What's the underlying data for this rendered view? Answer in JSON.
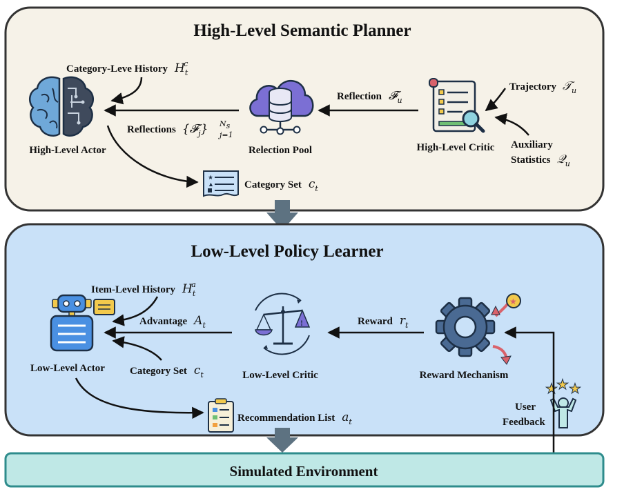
{
  "colors": {
    "planner_bg": "#f6f2e8",
    "learner_bg": "#c9e1f8",
    "environment_bg": "#bfe8e6",
    "border": "#333333",
    "env_border": "#2e8c8c",
    "flow_arrow": "#5d7281"
  },
  "planner": {
    "title": "High-Level Semantic Planner",
    "history_label": "Category-Leve History",
    "history_symbol": "H",
    "history_sub": "t",
    "history_sup": "c",
    "reflections_label": "Reflections",
    "reflections_math": "{𝓕",
    "reflections_math_sub": "j",
    "reflections_math_close": "}",
    "reflections_range_top": "N",
    "reflections_range_top_sub": "s",
    "reflections_range_bottom": "j=1",
    "actor_label": "High-Level Actor",
    "pool_label": "Relection Pool",
    "reflection_label": "Reflection",
    "reflection_symbol": "𝓕",
    "reflection_sub": "u",
    "critic_label": "High-Level Critic",
    "trajectory_label": "Trajectory",
    "trajectory_symbol": "𝒯",
    "trajectory_sub": "u",
    "aux_label_1": "Auxiliary",
    "aux_label_2": "Statistics",
    "aux_symbol": "𝒬",
    "aux_sub": "u",
    "category_set_label": "Category Set",
    "category_set_symbol": "c",
    "category_set_sub": "t"
  },
  "learner": {
    "title": "Low-Level Policy Learner",
    "history_label": "Item-Level History",
    "history_symbol": "H",
    "history_sub": "t",
    "history_sup": "a",
    "advantage_label": "Advantage",
    "advantage_symbol": "A",
    "advantage_sub": "t",
    "category_set_label": "Category Set",
    "category_set_symbol": "c",
    "category_set_sub": "t",
    "actor_label": "Low-Level Actor",
    "critic_label": "Low-Level Critic",
    "reward_label": "Reward",
    "reward_symbol": "r",
    "reward_sub": "t",
    "reward_mechanism_label": "Reward Mechanism",
    "recommendation_label": "Recommendation List",
    "recommendation_symbol": "a",
    "recommendation_sub": "t",
    "user_feedback_1": "User",
    "user_feedback_2": "Feedback"
  },
  "environment": {
    "label": "Simulated Environment"
  },
  "icons": [
    "brain-icon",
    "cloud-database-icon",
    "scroll-magnifier-icon",
    "category-list-icon",
    "robot-icon",
    "balance-scale-icon",
    "gear-icon",
    "clipboard-icon",
    "user-feedback-icon"
  ]
}
